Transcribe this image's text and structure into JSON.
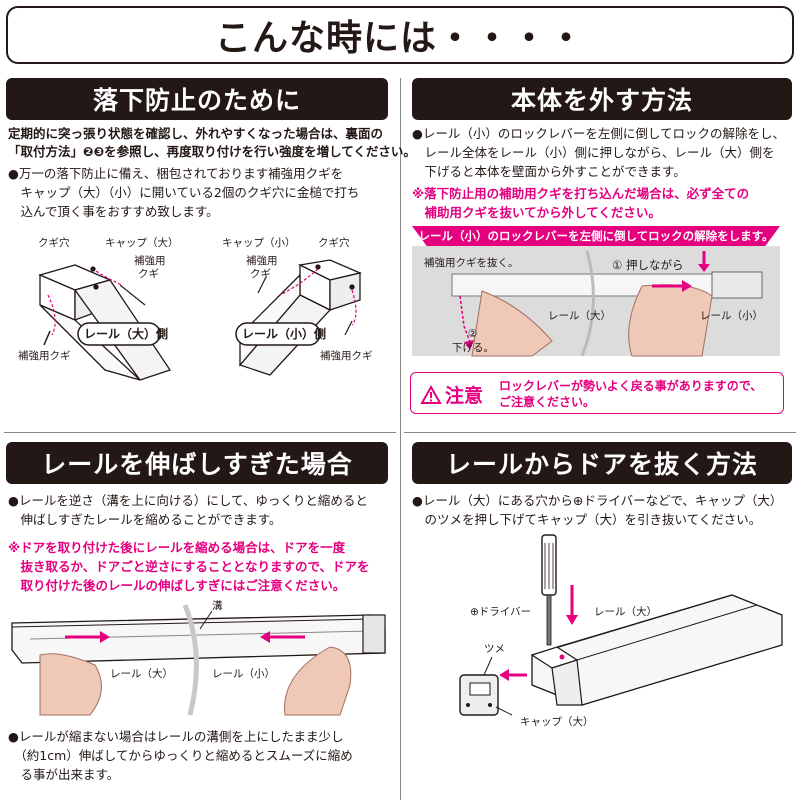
{
  "page_title": "こんな時には・・・・",
  "sections": {
    "fall": {
      "heading": "落下防止のために",
      "intro_lines": [
        "定期的に突っ張り状態を確認し、外れやすくなった場合は、裏面の",
        "「取付方法」❷❸を参照し、再度取り付けを行い強度を増してください。"
      ],
      "bullet_lines": [
        "●万一の落下防止に備え、梱包されております補強用クギを",
        "　キャップ（大）（小）に開いている2個のクギ穴に金槌で打ち",
        "　込んで頂く事をおすすめ致します。"
      ],
      "labels": {
        "kugi_ana_left": "クギ穴",
        "cap_large": "キャップ（大）",
        "hokyo_kugi_1a": "補強用",
        "hokyo_kugi_1b": "クギ",
        "hokyo_kugi_bottom_left": "補強用クギ",
        "rail_large_side": "レール（大）側",
        "cap_small": "キャップ（小）",
        "kugi_ana_right": "クギ穴",
        "hokyo_kugi_2a": "補強用",
        "hokyo_kugi_2b": "クギ",
        "rail_small_side": "レール（小）側",
        "hokyo_kugi_bottom_right": "補強用クギ"
      }
    },
    "remove": {
      "heading": "本体を外す方法",
      "bullet_lines": [
        "●レール（小）のロックレバーを左側に倒してロックの解除をし、",
        "　レール全体をレール（小）側に押しながら、レール（大）側を",
        "　下げると本体を壁面から外すことができます。"
      ],
      "note_lines": [
        "※落下防止用の補助用クギを打ち込んだ場合は、必ず全ての",
        "　補助用クギを抜いてから外してください。"
      ],
      "banner": "レール（小）のロックレバーを左側に倒してロックの解除をします。",
      "labels": {
        "pull_nail": "補強用クギを抜く。",
        "step1": "① 押しながら",
        "step2": "②",
        "lower": "下げる。",
        "rail_large": "レール（大）",
        "rail_small": "レール（小）"
      },
      "caution_title": "注意",
      "caution_lines": [
        "ロックレバーが勢いよく戻る事がありますので、",
        "ご注意ください。"
      ]
    },
    "extend": {
      "heading": "レールを伸ばしすぎた場合",
      "bullet_lines": [
        "●レールを逆さ（溝を上に向ける）にして、ゆっくりと縮めると",
        "　伸ばしすぎたレールを縮めることができます。"
      ],
      "note_lines": [
        "※ドアを取り付けた後にレールを縮める場合は、ドアを一度",
        "　抜き取るか、ドアごと逆さにすることとなりますので、ドアを",
        "　取り付けた後のレールの伸ばしすぎにはご注意ください。"
      ],
      "labels": {
        "groove": "溝",
        "rail_large": "レール（大）",
        "rail_small": "レール（小）"
      },
      "bottom_lines": [
        "●レールが縮まない場合はレールの溝側を上にしたまま少し",
        "　（約1cm）伸ばしてからゆっくりと縮めるとスムーズに縮め",
        "　る事が出来ます。"
      ]
    },
    "door": {
      "heading": "レールからドアを抜く方法",
      "bullet_lines": [
        "●レール（大）にある穴から⊕ドライバーなどで、キャップ（大）",
        "　のツメを押し下げてキャップ（大）を引き抜いてください。"
      ],
      "labels": {
        "driver": "⊕ドライバー",
        "rail_large": "レール（大）",
        "tsume": "ツメ",
        "cap_large": "キャップ（大）"
      }
    }
  },
  "colors": {
    "accent": "#e4007f",
    "dark": "#231815",
    "photo_bg": "#dcdcdc"
  },
  "icons": [
    "warning-triangle-icon",
    "arrow-left-icon",
    "arrow-right-icon",
    "arrow-down-icon"
  ]
}
